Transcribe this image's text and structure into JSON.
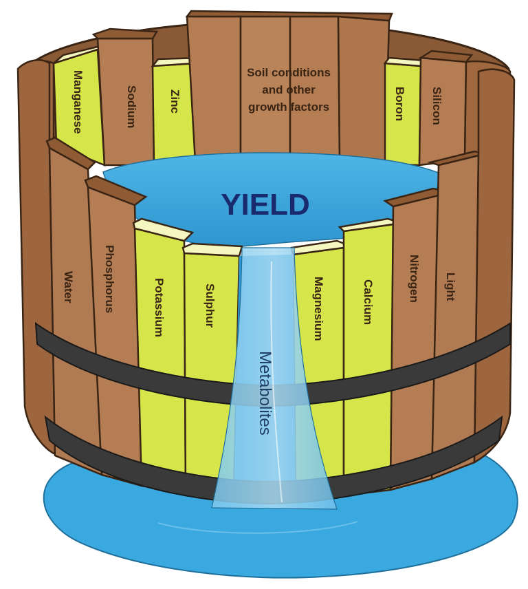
{
  "diagram": {
    "center_label": "YIELD",
    "flow_label": "Metabolites",
    "soil_label_lines": [
      "Soil conditions",
      "and other",
      "growth factors"
    ],
    "staves": {
      "manganese": "Manganese",
      "sodium": "Sodium",
      "zinc": "Zinc",
      "boron": "Boron",
      "silicon": "Silicon",
      "water": "Water",
      "phosphorus": "Phosphorus",
      "potassium": "Potassium",
      "sulphur": "Sulphur",
      "magnesium": "Magnesium",
      "calcium": "Calcium",
      "nitrogen": "Nitrogen",
      "light": "Light"
    },
    "colors": {
      "wood": "#b07a52",
      "wood_dark": "#7a4d2c",
      "nutrient": "#d6e64a",
      "nutrient_top": "#f4f7bf",
      "water": "#3aa7de",
      "band": "#333333",
      "text_dark_blue": "#1a2a6e"
    }
  }
}
